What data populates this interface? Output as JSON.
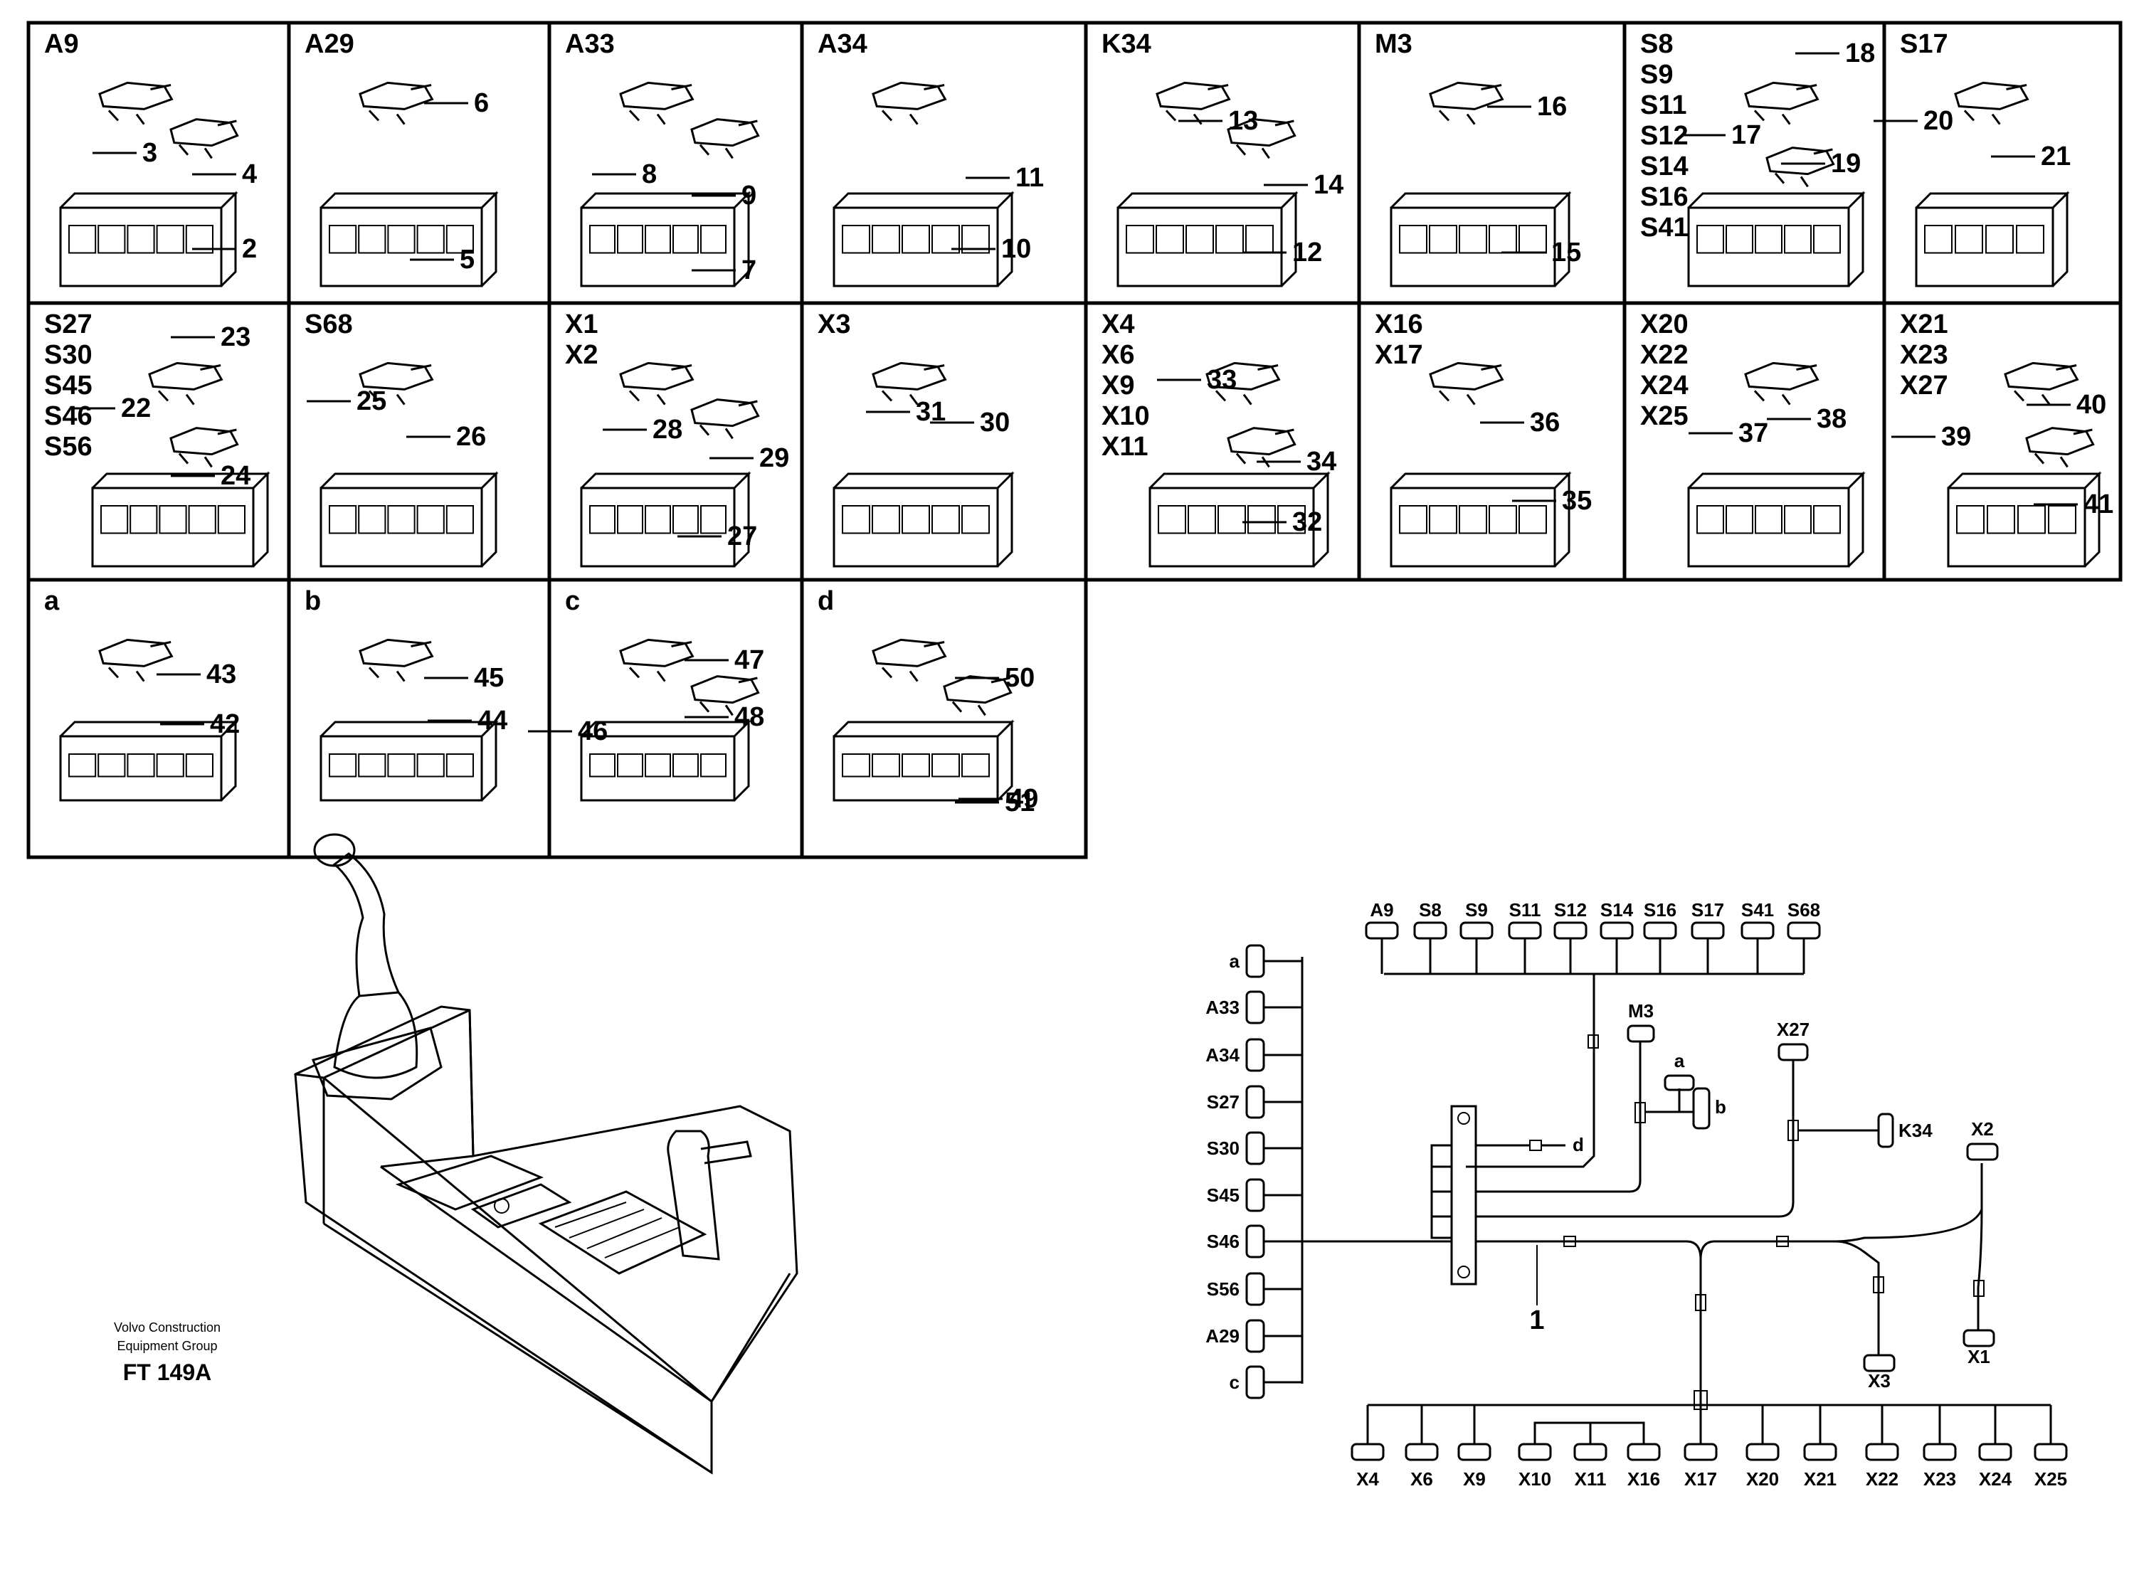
{
  "grid": [
    {
      "ids": [
        "A9"
      ],
      "parts": [
        "3",
        "4",
        "2"
      ]
    },
    {
      "ids": [
        "A29"
      ],
      "parts": [
        "6",
        "5"
      ]
    },
    {
      "ids": [
        "A33"
      ],
      "parts": [
        "8",
        "9",
        "7"
      ]
    },
    {
      "ids": [
        "A34"
      ],
      "parts": [
        "11",
        "10"
      ]
    },
    {
      "ids": [
        "K34"
      ],
      "parts": [
        "13",
        "14",
        "12"
      ]
    },
    {
      "ids": [
        "M3"
      ],
      "parts": [
        "16",
        "15"
      ]
    },
    {
      "ids": [
        "S8",
        "S9",
        "S11",
        "S12",
        "S14",
        "S16",
        "S41"
      ],
      "parts": [
        "18",
        "17",
        "19"
      ]
    },
    {
      "ids": [
        "S17"
      ],
      "parts": [
        "20",
        "21"
      ]
    },
    {
      "ids": [
        "S27",
        "S30",
        "S45",
        "S46",
        "S56"
      ],
      "parts": [
        "23",
        "22",
        "24"
      ]
    },
    {
      "ids": [
        "S68"
      ],
      "parts": [
        "25",
        "26"
      ]
    },
    {
      "ids": [
        "X1",
        "X2"
      ],
      "parts": [
        "28",
        "29",
        "27"
      ]
    },
    {
      "ids": [
        "X3"
      ],
      "parts": [
        "31",
        "30"
      ]
    },
    {
      "ids": [
        "X4",
        "X6",
        "X9",
        "X10",
        "X11"
      ],
      "parts": [
        "33",
        "34",
        "32"
      ]
    },
    {
      "ids": [
        "X16",
        "X17"
      ],
      "parts": [
        "36",
        "35"
      ]
    },
    {
      "ids": [
        "X20",
        "X22",
        "X24",
        "X25"
      ],
      "parts": [
        "38",
        "37"
      ]
    },
    {
      "ids": [
        "X21",
        "X23",
        "X27"
      ],
      "parts": [
        "40",
        "39",
        "41"
      ]
    },
    {
      "ids": [
        "a"
      ],
      "parts": [
        "43",
        "42"
      ]
    },
    {
      "ids": [
        "b"
      ],
      "parts": [
        "45",
        "44"
      ]
    },
    {
      "ids": [
        "c"
      ],
      "parts": [
        "47",
        "48",
        "46"
      ]
    },
    {
      "ids": [
        "d"
      ],
      "parts": [
        "50",
        "51",
        "49"
      ]
    }
  ],
  "footer": {
    "company_line1": "Volvo Construction",
    "company_line2": "Equipment Group",
    "figure_id": "FT 149A"
  },
  "harness": {
    "top_connectors": [
      "A9",
      "S8",
      "S9",
      "S11",
      "S12",
      "S14",
      "S16",
      "S17",
      "S41",
      "S68"
    ],
    "left_connectors": [
      "a",
      "A33",
      "A34",
      "S27",
      "S30",
      "S45",
      "S46",
      "S56",
      "A29",
      "c"
    ],
    "bottom_connectors": [
      "X4",
      "X6",
      "X9",
      "X10",
      "X11",
      "X16",
      "X17",
      "X20",
      "X21",
      "X22",
      "X23",
      "X24",
      "X25"
    ],
    "branch_labels": {
      "m3": "M3",
      "x27": "X27",
      "a": "a",
      "b": "b",
      "k34": "K34",
      "x2": "X2",
      "x3": "X3",
      "x1": "X1",
      "d": "d"
    },
    "harness_number": "1"
  }
}
